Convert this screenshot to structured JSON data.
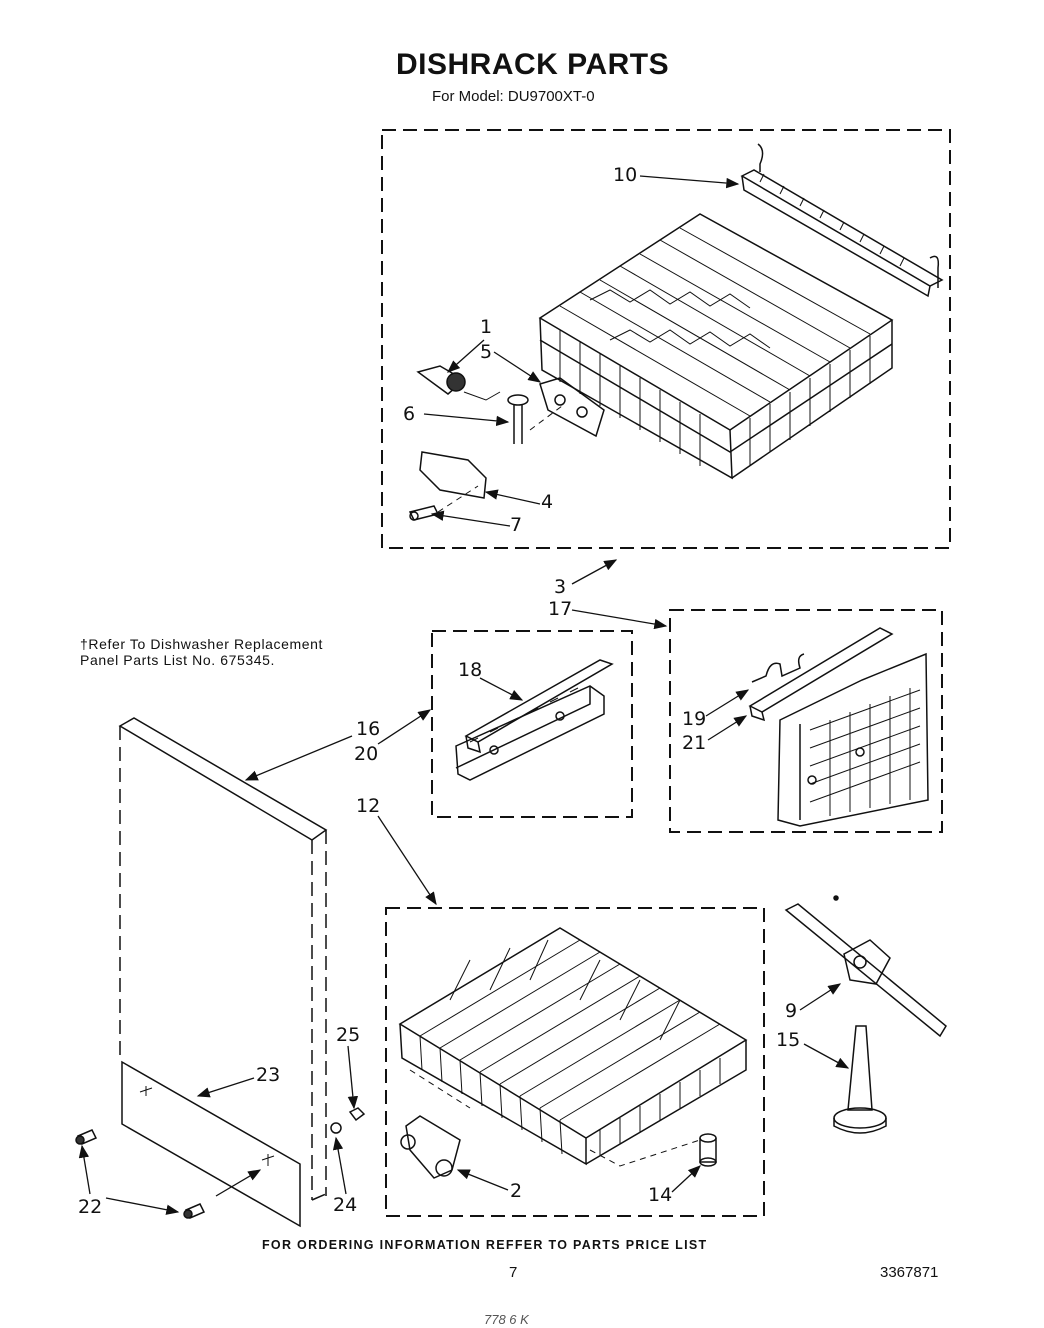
{
  "header": {
    "title": "DISHRACK PARTS",
    "subtitle": "For Model: DU9700XT-0"
  },
  "note": {
    "line1": "†Refer To Dishwasher Replacement",
    "line2": "Panel Parts List No. 675345."
  },
  "callouts": {
    "c1": "1",
    "c2": "2",
    "c3": "3",
    "c4": "4",
    "c5": "5",
    "c6": "6",
    "c7": "7",
    "c9": "9",
    "c10": "10",
    "c12": "12",
    "c14": "14",
    "c15": "15",
    "c16": "16",
    "c17": "17",
    "c18": "18",
    "c19": "19",
    "c20": "20",
    "c21": "21",
    "c22": "22",
    "c23": "23",
    "c24": "24",
    "c25": "25"
  },
  "footer": {
    "ordering": "FOR ORDERING INFORMATION REFFER TO PARTS PRICE LIST",
    "page_number": "7",
    "doc_number": "3367871",
    "handwritten_mark": "778 6 K"
  }
}
